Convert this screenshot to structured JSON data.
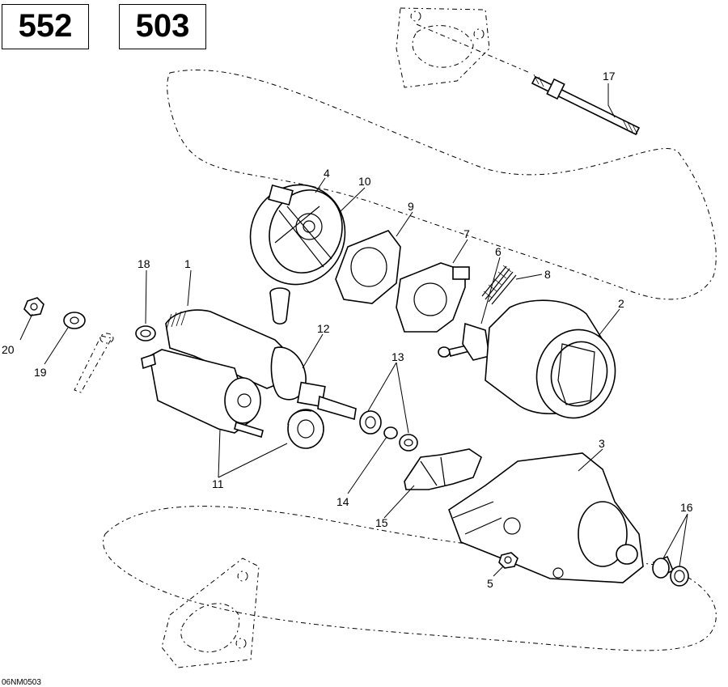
{
  "models": [
    "552",
    "503"
  ],
  "drawing_code": "06NM0503",
  "callouts": [
    "1",
    "2",
    "3",
    "4",
    "5",
    "6",
    "7",
    "8",
    "9",
    "10",
    "11",
    "12",
    "13",
    "14",
    "15",
    "16",
    "17",
    "18",
    "19",
    "20"
  ]
}
